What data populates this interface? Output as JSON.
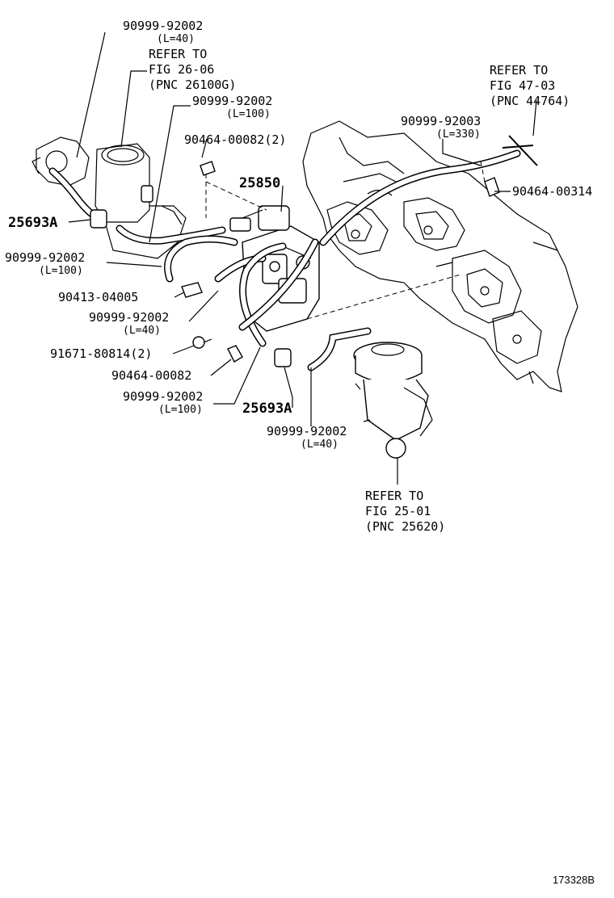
{
  "labels": {
    "hose_top_left": "90999-92002",
    "hose_top_left_len": "(L=40)",
    "refer_26_1": "REFER TO",
    "refer_26_2": "FIG 26-06",
    "refer_26_3": "(PNC 26100G)",
    "hose_100_top": "90999-92002",
    "hose_100_top_len": "(L=100)",
    "clip_2": "90464-00082(2)",
    "valve_25850": "25850",
    "refer_47_1": "REFER TO",
    "refer_47_2": "FIG 47-03",
    "refer_47_3": "(PNC 44764)",
    "hose_330": "90999-92003",
    "hose_330_len": "(L=330)",
    "clip_00314": "90464-00314",
    "filter_left": "25693A",
    "hose_left_100": "90999-92002",
    "hose_left_100_len": "(L=100)",
    "union": "90413-04005",
    "hose_mid_40": "90999-92002",
    "hose_mid_40_len": "(L=40)",
    "bolt": "91671-80814(2)",
    "clip_single": "90464-00082",
    "hose_bottom_100": "90999-92002",
    "hose_bottom_100_len": "(L=100)",
    "filter_right": "25693A",
    "hose_bottom_40": "90999-92002",
    "hose_bottom_40_len": "(L=40)",
    "refer_25_1": "REFER TO",
    "refer_25_2": "FIG 25-01",
    "refer_25_3": "(PNC 25620)",
    "figure_id": "173328B"
  }
}
